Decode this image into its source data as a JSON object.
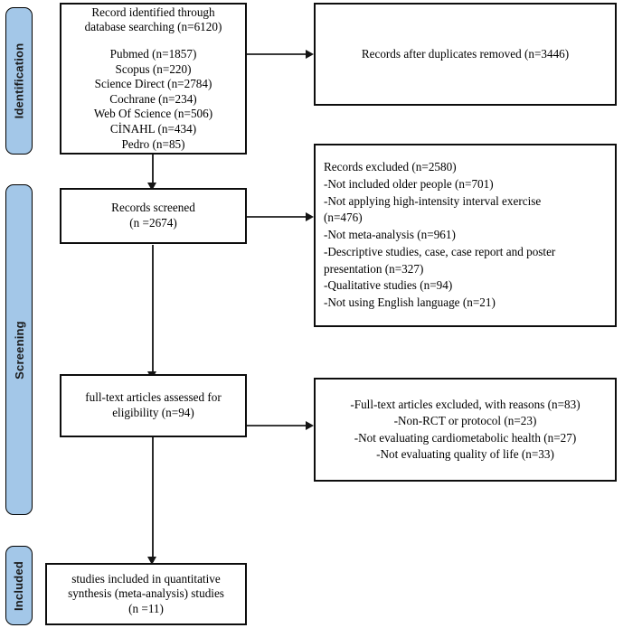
{
  "diagram": {
    "title": "PRISMA flow diagram",
    "accent_color": "#a3c7e8",
    "border_color": "#0d0d0d"
  },
  "stages": [
    {
      "key": "identification",
      "label": "Identification"
    },
    {
      "key": "screening",
      "label": "Screening"
    },
    {
      "key": "included",
      "label": "Included"
    }
  ],
  "boxes": {
    "identification_records": {
      "lines": [
        "Record identified through",
        "database searching (n=6120)",
        "",
        "Pubmed (n=1857)",
        "Scopus (n=220)",
        "Science Direct (n=2784)",
        "Cochrane (n=234)",
        "Web Of Science (n=506)",
        "CİNAHL (n=434)",
        "Pedro (n=85)"
      ]
    },
    "duplicates_removed": {
      "lines": [
        "Records after duplicates removed (n=3446)"
      ]
    },
    "records_screened": {
      "lines": [
        "Records screened",
        "(n =2674)"
      ]
    },
    "records_excluded": {
      "lines": [
        "Records excluded (n=2580)",
        "-Not included older people (n=701)",
        "-Not applying high-intensity interval exercise",
        "(n=476)",
        "-Not meta-analysis (n=961)",
        "-Descriptive studies, case, case report and poster",
        "presentation (n=327)",
        "-Qualitative studies (n=94)",
        "-Not using English language (n=21)"
      ]
    },
    "fulltext_assessed": {
      "lines": [
        "full-text articles assessed for",
        "eligibility (n=94)"
      ]
    },
    "fulltext_excluded": {
      "lines": [
        "-Full-text articles excluded, with reasons (n=83)",
        "-Non-RCT or protocol (n=23)",
        "-Not evaluating cardiometabolic health (n=27)",
        "-Not evaluating quality of life (n=33)"
      ]
    },
    "included_studies": {
      "lines": [
        "studies included in quantitative",
        "synthesis (meta-analysis) studies",
        "(n =11)"
      ]
    }
  },
  "chart_data": {
    "type": "diagram",
    "title": "PRISMA study selection flow",
    "nodes": [
      {
        "id": "identification_records",
        "stage": "Identification",
        "n": 6120,
        "sources": [
          {
            "name": "Pubmed",
            "n": 1857
          },
          {
            "name": "Scopus",
            "n": 220
          },
          {
            "name": "Science Direct",
            "n": 2784
          },
          {
            "name": "Cochrane",
            "n": 234
          },
          {
            "name": "Web Of Science",
            "n": 506
          },
          {
            "name": "CİNAHL",
            "n": 434
          },
          {
            "name": "Pedro",
            "n": 85
          }
        ]
      },
      {
        "id": "duplicates_removed",
        "stage": "Identification",
        "n": 3446
      },
      {
        "id": "records_screened",
        "stage": "Screening",
        "n": 2674
      },
      {
        "id": "records_excluded",
        "stage": "Screening",
        "n": 2580,
        "reasons": [
          {
            "name": "Not included older people",
            "n": 701
          },
          {
            "name": "Not applying high-intensity interval exercise",
            "n": 476
          },
          {
            "name": "Not meta-analysis",
            "n": 961
          },
          {
            "name": "Descriptive studies, case, case report and poster presentation",
            "n": 327
          },
          {
            "name": "Qualitative studies",
            "n": 94
          },
          {
            "name": "Not using English language",
            "n": 21
          }
        ]
      },
      {
        "id": "fulltext_assessed",
        "stage": "Screening",
        "n": 94
      },
      {
        "id": "fulltext_excluded",
        "stage": "Screening",
        "n": 83,
        "reasons": [
          {
            "name": "Non-RCT or protocol",
            "n": 23
          },
          {
            "name": "Not evaluating cardiometabolic health",
            "n": 27
          },
          {
            "name": "Not evaluating quality of life",
            "n": 33
          }
        ]
      },
      {
        "id": "included_studies",
        "stage": "Included",
        "n": 11
      }
    ],
    "edges": [
      {
        "from": "identification_records",
        "to": "duplicates_removed",
        "direction": "right"
      },
      {
        "from": "identification_records",
        "to": "records_screened",
        "direction": "down"
      },
      {
        "from": "records_screened",
        "to": "records_excluded",
        "direction": "right"
      },
      {
        "from": "records_screened",
        "to": "fulltext_assessed",
        "direction": "down"
      },
      {
        "from": "fulltext_assessed",
        "to": "fulltext_excluded",
        "direction": "right"
      },
      {
        "from": "fulltext_assessed",
        "to": "included_studies",
        "direction": "down"
      }
    ]
  }
}
